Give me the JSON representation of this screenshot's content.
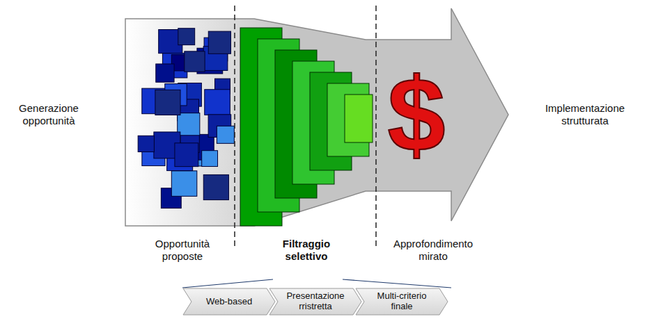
{
  "diagram": {
    "nodes": [
      {
        "text": [
          "Web-based"
        ]
      },
      {
        "text": [
          "Presentazione rristretta"
        ]
      },
      {
        "text": [
          "Multi-criterio finale"
        ]
      }
    ],
    "labels": [
      "Generazione opportunità",
      "Implementazione strutturata",
      "Opportunità proposte",
      "Filtraggio selettivo",
      "Approfondimento mirato",
      "$"
    ]
  }
}
